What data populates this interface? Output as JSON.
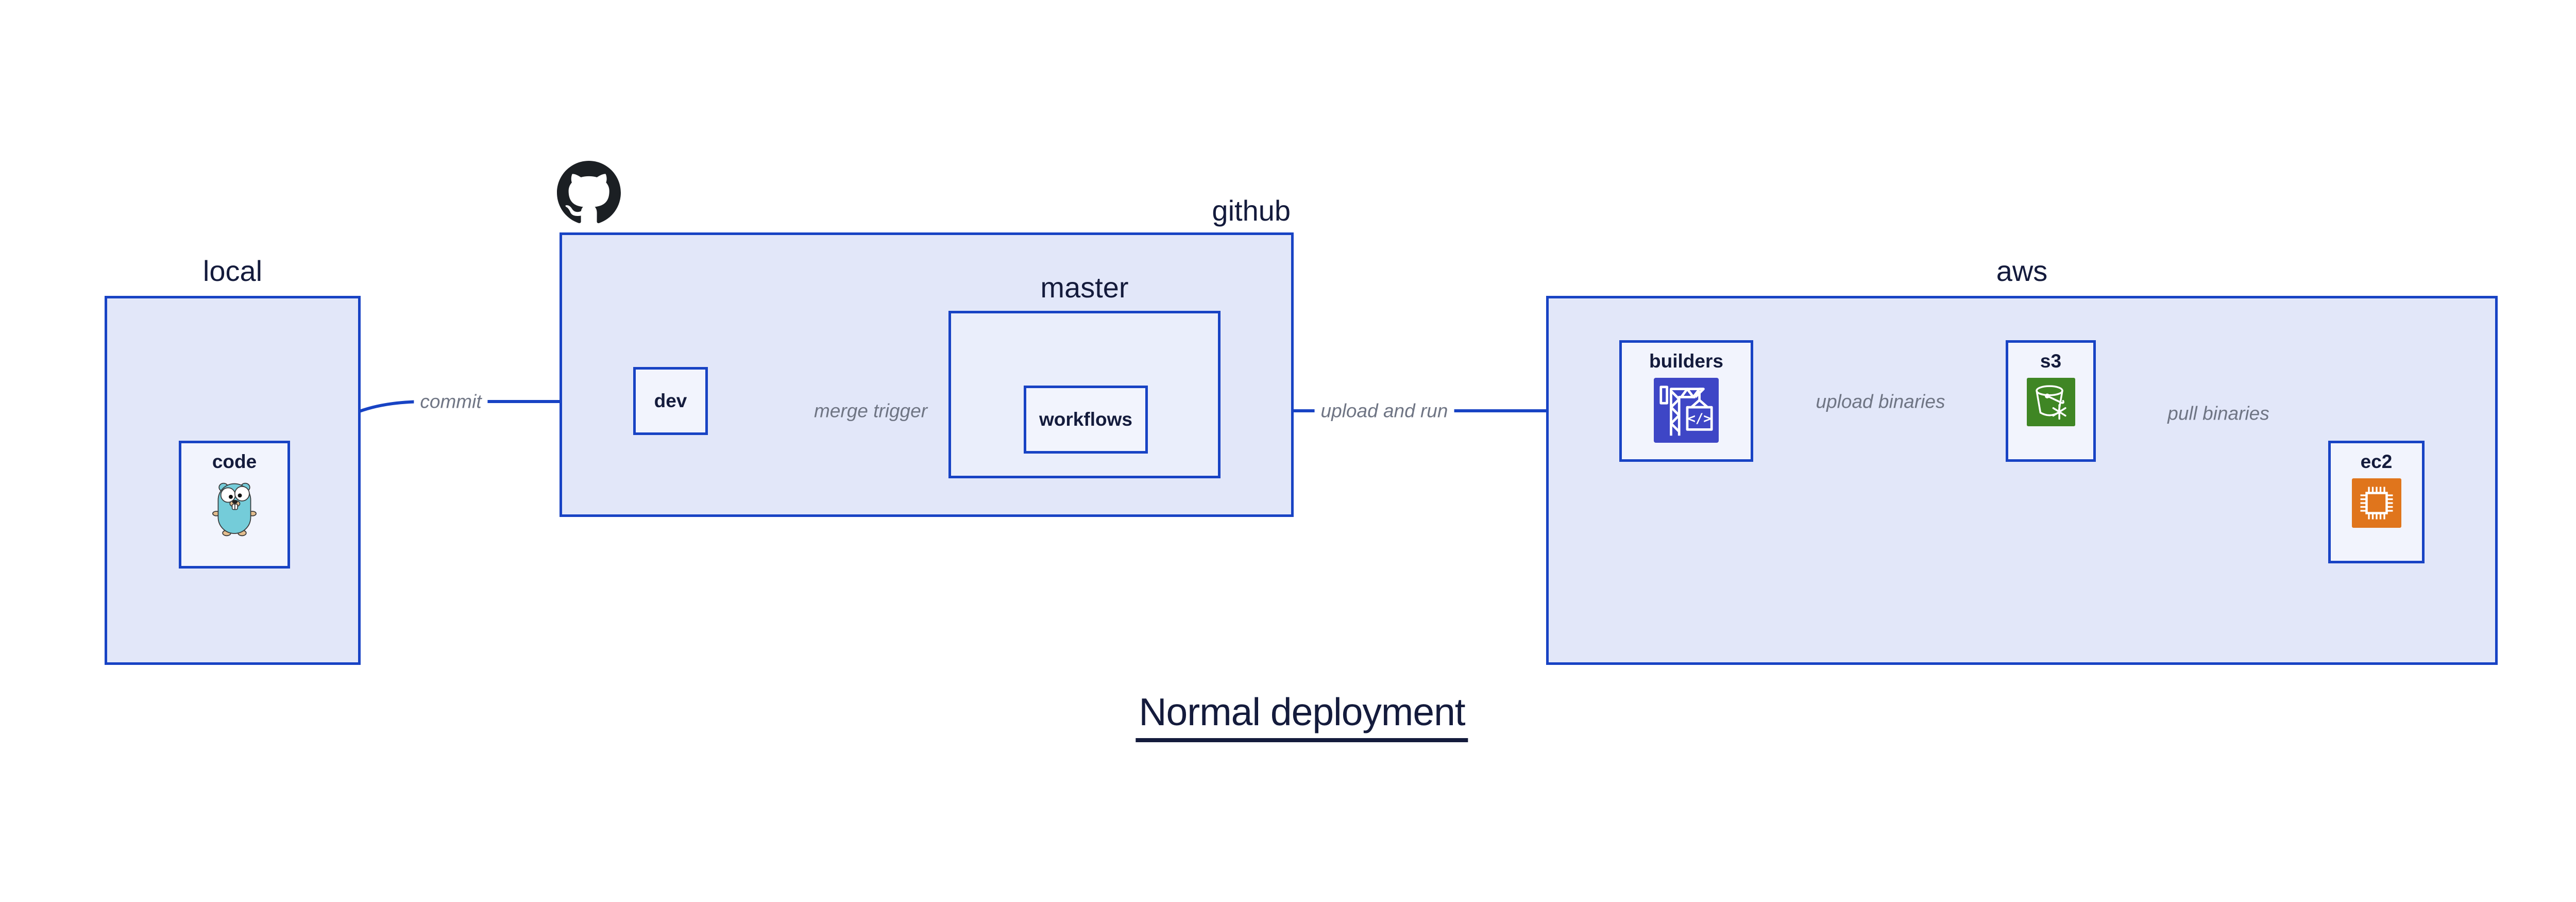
{
  "diagram": {
    "title": "Normal deployment",
    "groups": [
      {
        "id": "local",
        "label": "local"
      },
      {
        "id": "github",
        "label": "github"
      },
      {
        "id": "master",
        "label": "master"
      },
      {
        "id": "aws",
        "label": "aws"
      }
    ],
    "nodes": [
      {
        "id": "code",
        "label": "code",
        "icon": "go-gopher-icon"
      },
      {
        "id": "dev",
        "label": "dev",
        "icon": null
      },
      {
        "id": "workflows",
        "label": "workflows",
        "icon": null
      },
      {
        "id": "builders",
        "label": "builders",
        "icon": "aws-codebuild-icon"
      },
      {
        "id": "s3",
        "label": "s3",
        "icon": "aws-s3-glacier-icon"
      },
      {
        "id": "ec2",
        "label": "ec2",
        "icon": "aws-ec2-icon"
      }
    ],
    "edges": [
      {
        "from": "code",
        "to": "dev",
        "label": "commit"
      },
      {
        "from": "dev",
        "to": "workflows",
        "label": "merge trigger"
      },
      {
        "from": "workflows",
        "to": "builders",
        "label": "upload and run"
      },
      {
        "from": "builders",
        "to": "s3",
        "label": "upload binaries"
      },
      {
        "from": "s3",
        "to": "ec2",
        "label": "pull binaries"
      }
    ],
    "icons": {
      "header_logo": "github-octocat-icon",
      "codebuild_glyph": "</>"
    },
    "colors": {
      "border": "#1843c4",
      "group_fill": "#e2e7f9",
      "master_fill": "#eaeefb",
      "node_fill": "#f2f4fd",
      "label_text": "#141b3c",
      "edge_label": "#6f7584",
      "codebuild": "#3e46c6",
      "s3_glacier": "#3f8624",
      "ec2": "#e0751c",
      "gopher": "#74ccd9",
      "github_logo": "#1b1f23"
    }
  }
}
